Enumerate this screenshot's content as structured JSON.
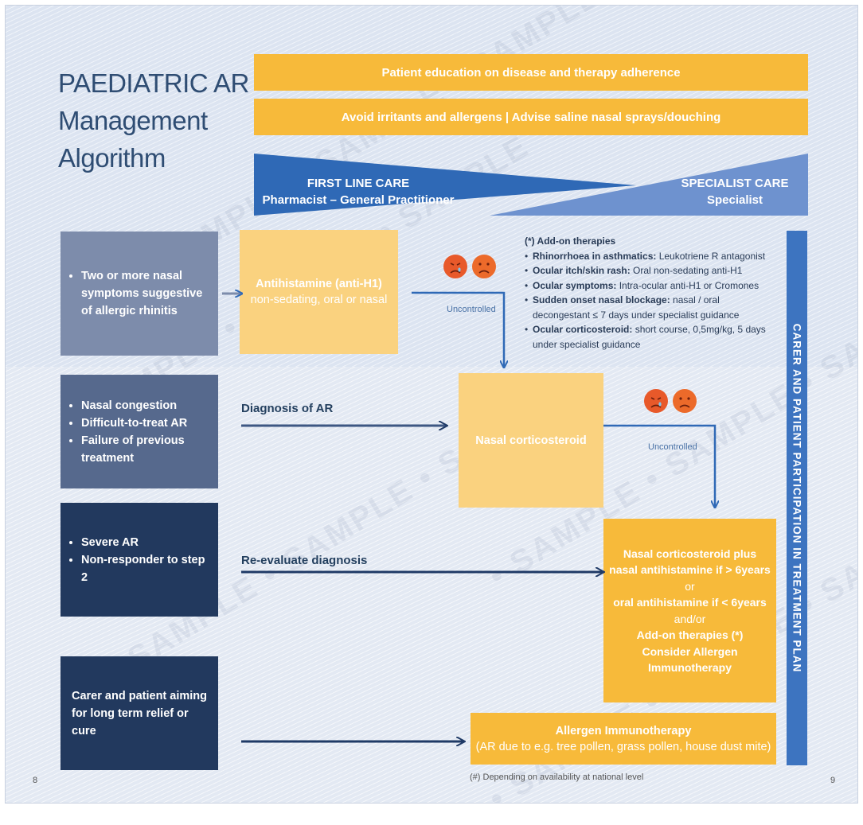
{
  "title": [
    "PAEDIATRIC AR",
    "Management",
    "Algorithm"
  ],
  "top_bars": {
    "education": "Patient education on disease and therapy adherence",
    "avoid": "Avoid irritants and allergens | Advise saline nasal sprays/douching"
  },
  "care_levels": {
    "first_line_title": "FIRST LINE CARE",
    "first_line_sub": "Pharmacist – General Practitioner",
    "specialist_title": "SPECIALIST CARE",
    "specialist_sub": "Specialist"
  },
  "steps": [
    {
      "items": [
        "Two or more nasal symptoms suggestive of allergic rhinitis"
      ]
    },
    {
      "items": [
        "Nasal congestion",
        "Difficult-to-treat AR",
        "Failure of previous treatment"
      ]
    },
    {
      "items": [
        "Severe AR",
        "Non-responder to step 2"
      ]
    },
    {
      "items": [
        "Carer and patient aiming for long term relief or cure"
      ]
    }
  ],
  "treatments": {
    "antihistamine_title": "Antihistamine (anti-H1)",
    "antihistamine_sub": "non-sedating, oral or nasal",
    "nasal_corticosteroid": "Nasal corticosteroid",
    "combo": {
      "line1": "Nasal corticosteroid plus",
      "line2": "nasal antihistamine if > 6years",
      "line3": "or",
      "line4": "oral antihistamine if < 6years",
      "line5": "and/or",
      "line6": "Add-on therapies (*)",
      "line7": "Consider Allergen",
      "line8": "Immunotherapy"
    },
    "immunotherapy_title": "Allergen Immunotherapy",
    "immunotherapy_sub": "(AR due to e.g. tree pollen, grass pollen, house dust mite)"
  },
  "arrow_labels": {
    "diagnosis": "Diagnosis of AR",
    "reevaluate": "Re-evaluate diagnosis",
    "uncontrolled": "Uncontrolled"
  },
  "addon_therapies": {
    "heading": "(*) Add-on therapies",
    "items": [
      {
        "label": "Rhinorrhoea in asthmatics:",
        "text": " Leukotriene R antagonist"
      },
      {
        "label": "Ocular itch/skin rash:",
        "text": " Oral non-sedating anti-H1"
      },
      {
        "label": "Ocular symptoms:",
        "text": " Intra-ocular anti-H1 or Cromones"
      },
      {
        "label": "Sudden onset nasal blockage:",
        "text": " nasal / oral decongestant ≤ 7 days under specialist guidance"
      },
      {
        "label": "Ocular corticosteroid:",
        "text": " short course, 0,5mg/kg, 5 days under specialist guidance"
      }
    ]
  },
  "side_bar": "CARER AND PATIENT PARTICIPATION IN TREATMENT PLAN",
  "footer": {
    "note": "(#) Depending on availability at national level",
    "page_left": "8",
    "page_right": "9"
  },
  "watermark": "• SAMPLE • SAMPLE • SAMPLE",
  "colors": {
    "amber": "#f7ba3a",
    "pale_amber": "#fad27f",
    "step1": "#7d8cab",
    "step2": "#56698d",
    "step3": "#22395e",
    "blue": "#3d74c0",
    "light_blue": "#5b86c8",
    "sad_face": "#e8592a"
  },
  "icons": [
    "sad-face-icon",
    "arrow-right-icon",
    "arrow-down-icon"
  ]
}
